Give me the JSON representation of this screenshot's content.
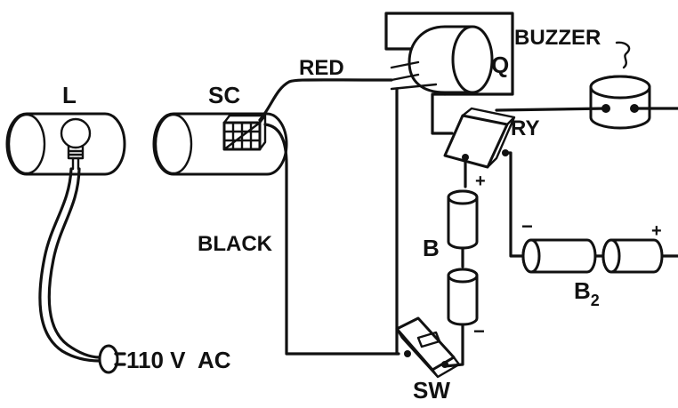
{
  "diagram": {
    "labels": {
      "lamp": "L",
      "solar_cell": "SC",
      "red_wire": "RED",
      "black_wire": "BLACK",
      "transistor": "Q",
      "buzzer": "BUZZER",
      "relay": "RY",
      "battery": "B",
      "battery2_main": "B",
      "battery2_sub": "2",
      "switch": "SW",
      "plug": "110 V  AC",
      "plus_1": "+",
      "minus_1": "−",
      "minus_2": "−",
      "plus_2": "+"
    },
    "colors": {
      "ink": "#111111",
      "paper": "#ffffff"
    }
  }
}
